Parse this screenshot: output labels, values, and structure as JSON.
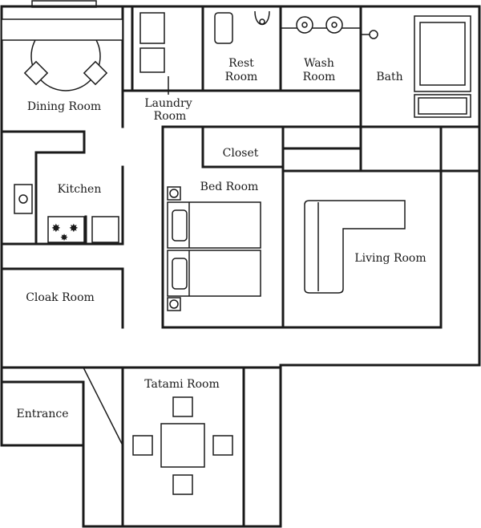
{
  "floor_plan": {
    "rooms": {
      "dining": "Dining Room",
      "laundry_line1": "Laundry",
      "laundry_line2": "Room",
      "rest_line1": "Rest",
      "rest_line2": "Room",
      "wash_line1": "Wash",
      "wash_line2": "Room",
      "bath": "Bath",
      "closet": "Closet",
      "kitchen": "Kitchen",
      "bed": "Bed Room",
      "living": "Living Room",
      "cloak": "Cloak Room",
      "tatami": "Tatami Room",
      "entrance": "Entrance"
    }
  },
  "colors": {
    "line": "#1a1a1a",
    "background": "#ffffff"
  }
}
